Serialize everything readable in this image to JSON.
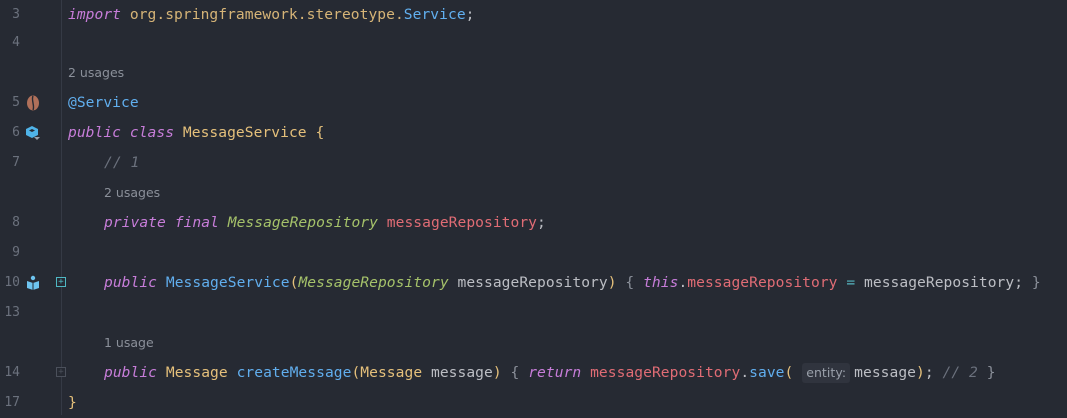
{
  "editor": {
    "lines": [
      {
        "number": "3",
        "tokens": [
          [
            "import",
            "kw"
          ],
          [
            " ",
            ""
          ],
          [
            "org.springframework.stereotype.",
            "pkg"
          ],
          [
            "Service",
            "anno"
          ],
          [
            ";",
            "param"
          ]
        ]
      },
      {
        "number": "4",
        "tokens": []
      },
      {
        "hint": "2 usages"
      },
      {
        "number": "5",
        "gutter_icon": "spring-bean-icon",
        "tokens": [
          [
            "@Service",
            "anno"
          ]
        ]
      },
      {
        "number": "6",
        "gutter_icon": "implemented-class-icon",
        "tokens": [
          [
            "public",
            "kw"
          ],
          [
            " ",
            ""
          ],
          [
            "class",
            "kw"
          ],
          [
            " ",
            ""
          ],
          [
            "MessageService",
            "cls"
          ],
          [
            " ",
            ""
          ],
          [
            "{",
            "paren"
          ]
        ]
      },
      {
        "number": "7",
        "tokens": [
          [
            "// 1",
            "cmt"
          ]
        ]
      },
      {
        "hint": "2 usages"
      },
      {
        "number": "8",
        "tokens": [
          [
            "private",
            "kw"
          ],
          [
            " ",
            ""
          ],
          [
            "final",
            "kw"
          ],
          [
            " ",
            ""
          ],
          [
            "MessageRepository",
            "iface"
          ],
          [
            " ",
            ""
          ],
          [
            "messageRepository",
            "field"
          ],
          [
            ";",
            "param"
          ]
        ]
      },
      {
        "number": "9",
        "tokens": []
      },
      {
        "number": "10",
        "gutter_icon": "autowired-injection-icon",
        "fold": "expand",
        "tokens": [
          [
            "public",
            "kw"
          ],
          [
            " ",
            ""
          ],
          [
            "MessageService",
            "fn"
          ],
          [
            "(",
            "paren"
          ],
          [
            "MessageRepository",
            "iface"
          ],
          [
            " messageRepository",
            "param"
          ],
          [
            ")",
            "paren"
          ],
          [
            " { ",
            "brace"
          ],
          [
            "this",
            "kw"
          ],
          [
            ".",
            ""
          ],
          [
            "messageRepository",
            "field"
          ],
          [
            " = ",
            "op"
          ],
          [
            "messageRepository;",
            "param"
          ],
          [
            " }",
            "brace"
          ]
        ]
      },
      {
        "number": "13",
        "tokens": []
      },
      {
        "hint": "1 usage"
      },
      {
        "number": "14",
        "fold": "collapsed",
        "tokens": [
          [
            "public",
            "kw"
          ],
          [
            " ",
            ""
          ],
          [
            "Message",
            "cls"
          ],
          [
            " ",
            ""
          ],
          [
            "createMessage",
            "fn"
          ],
          [
            "(",
            "paren"
          ],
          [
            "Message",
            "cls"
          ],
          [
            " message",
            "param"
          ],
          [
            ")",
            "paren"
          ],
          [
            " { ",
            "brace"
          ],
          [
            "return",
            "kw"
          ],
          [
            " ",
            ""
          ],
          [
            "messageRepository",
            "field"
          ],
          [
            ".",
            ""
          ],
          [
            "save",
            "fn"
          ],
          [
            "( ",
            "paren"
          ],
          [
            "@inlay:entity:",
            ""
          ],
          [
            "message",
            "param"
          ],
          [
            ")",
            "paren"
          ],
          [
            "; ",
            "param"
          ],
          [
            "// 2",
            "cmt"
          ],
          [
            " }",
            "brace"
          ]
        ]
      },
      {
        "number": "17",
        "tokens": [
          [
            "}",
            "paren"
          ]
        ]
      }
    ]
  },
  "text": {
    "l3_import": "import",
    "l3_pkg": "org.springframework.stereotype.",
    "l3_service": "Service",
    "l3_semi": ";",
    "ln3": "3",
    "ln4": "4",
    "ln5": "5",
    "ln6": "6",
    "ln7": "7",
    "ln8": "8",
    "ln9": "9",
    "ln10": "10",
    "ln13": "13",
    "ln14": "14",
    "ln17": "17",
    "hint_class_usages": "2 usages",
    "l5_anno": "@Service",
    "l6_public": "public",
    "l6_class": "class",
    "l6_name": "MessageService",
    "l6_brace": "{",
    "l7_comment": "// 1",
    "hint_field_usages": "2 usages",
    "l8_private": "private",
    "l8_final": "final",
    "l8_type": "MessageRepository",
    "l8_name": "messageRepository",
    "l8_semi": ";",
    "l10_public": "public",
    "l10_name": "MessageService",
    "l10_lparen": "(",
    "l10_ptype": "MessageRepository",
    "l10_pname": " messageRepository",
    "l10_rparen": ")",
    "l10_lbrace": " { ",
    "l10_this": "this",
    "l10_dot": ".",
    "l10_field": "messageRepository",
    "l10_eq": " = ",
    "l10_val": "messageRepository;",
    "l10_rbrace": " }",
    "hint_method_usages": "1 usage",
    "l14_public": "public",
    "l14_ret": "Message",
    "l14_name": "createMessage",
    "l14_lparen": "(",
    "l14_ptype": "Message",
    "l14_pname": " message",
    "l14_rparen": ")",
    "l14_lbrace": " { ",
    "l14_return": "return",
    "l14_field": "messageRepository",
    "l14_dot": ".",
    "l14_save": "save",
    "l14_saveparen": "( ",
    "l14_inlay": "entity:",
    "l14_arg": "message",
    "l14_close": ")",
    "l14_semi": "; ",
    "l14_comment": "// 2",
    "l14_rbrace": " }",
    "l17_brace": "}"
  },
  "colors": {
    "background": "#262a33",
    "keyword": "#c77dd9",
    "class_name": "#e5c07b",
    "interface": "#a5c26a",
    "annotation": "#61afef",
    "field": "#e06c75",
    "comment": "#6b717d"
  }
}
